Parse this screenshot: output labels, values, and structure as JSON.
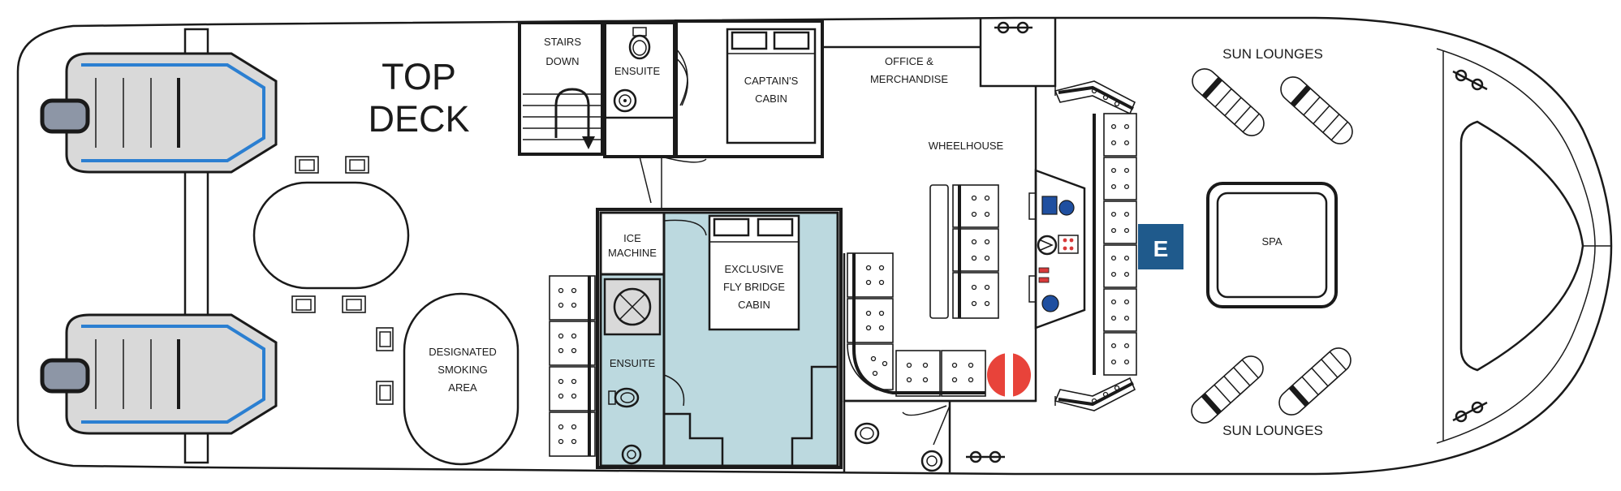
{
  "labels": {
    "top_deck_1": "TOP",
    "top_deck_2": "DECK",
    "stairs_1": "STAIRS",
    "stairs_2": "DOWN",
    "ensuite_top": "ENSUITE",
    "captain_1": "CAPTAIN'S",
    "captain_2": "CABIN",
    "office_1": "OFFICE &",
    "office_2": "MERCHANDISE",
    "sun_lounges_top": "SUN LOUNGES",
    "sun_lounges_bottom": "SUN LOUNGES",
    "wheelhouse": "WHEELHOUSE",
    "ice_1": "ICE",
    "ice_2": "MACHINE",
    "fly_1": "EXCLUSIVE",
    "fly_2": "FLY BRIDGE",
    "fly_3": "CABIN",
    "ensuite_bottom": "ENSUITE",
    "smoking_1": "DESIGNATED",
    "smoking_2": "SMOKING",
    "smoking_3": "AREA",
    "spa": "SPA",
    "e_badge": "E"
  },
  "colors": {
    "line": "#1a1a1a",
    "cabin_fill": "#bcd9df",
    "badge": "#1f5a8c",
    "tender_hose": "#2b7fd1",
    "tender_fill": "#d9d9d9",
    "motor": "#8d96a6",
    "buoy_red": "#e8433a",
    "console_blue": "#1f4fa0",
    "console_red": "#d83a3a"
  },
  "icons": [
    "life-ring-icon",
    "toilet-icon",
    "sink-icon",
    "bollard-icon",
    "stove-icon",
    "bed-icon",
    "stairs-arrow-icon"
  ]
}
